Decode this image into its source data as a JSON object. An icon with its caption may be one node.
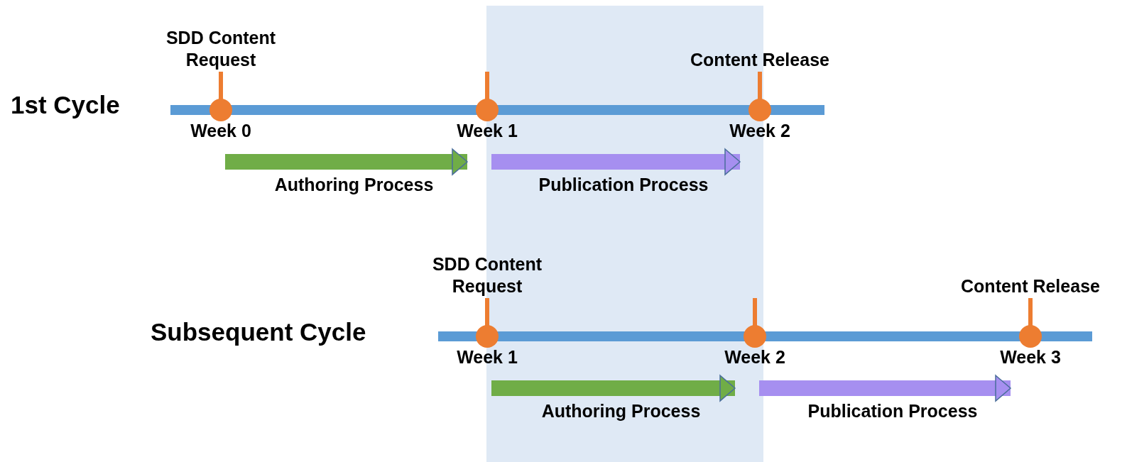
{
  "diagram": {
    "nodes": [
      {
        "text": [
          "SDD Content Request",
          "Week 0"
        ]
      },
      {
        "text": [
          "Week 1"
        ]
      },
      {
        "text": [
          "Content Release",
          "Week 2"
        ]
      },
      {
        "text": [
          "SDD Content Request",
          "Week 1"
        ]
      },
      {
        "text": [
          "Week 2"
        ]
      },
      {
        "text": [
          "Content Release",
          "Week 3"
        ]
      }
    ],
    "edges": [
      {
        "from": 0,
        "to": 1,
        "arrow": "to",
        "label": "Authoring Process",
        "color": "#70ad47"
      },
      {
        "from": 1,
        "to": 2,
        "arrow": "to",
        "label": "Publication Process",
        "color": "#a68ff0"
      },
      {
        "from": 3,
        "to": 4,
        "arrow": "to",
        "label": "Authoring Process",
        "color": "#70ad47"
      },
      {
        "from": 4,
        "to": 5,
        "arrow": "to",
        "label": "Publication Process",
        "color": "#a68ff0"
      }
    ],
    "labels": [
      "1st Cycle",
      "Subsequent Cycle"
    ]
  }
}
